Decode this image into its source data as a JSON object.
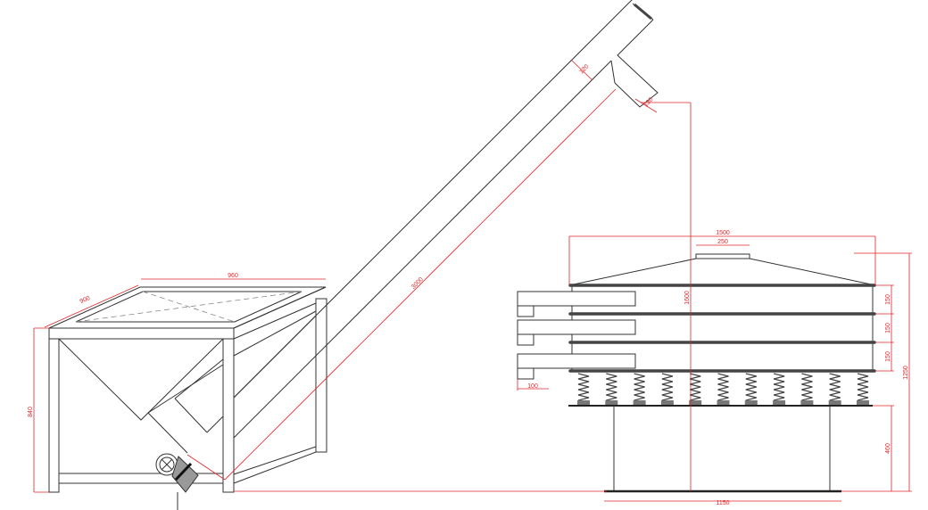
{
  "title": "Screw conveyor with hopper feeding rotary vibrating sieve — dimension drawing",
  "colors": {
    "outline": "#333333",
    "dimension": "#e0262b"
  },
  "dimensions": {
    "hopper_depth": "900",
    "hopper_width": "960",
    "hopper_height": "840",
    "conveyor_length": "3000",
    "conveyor_diameter": "120",
    "outlet_diameter": "130",
    "sieve_diameter": "1500",
    "sieve_inlet": "250",
    "discharge_height": "1600",
    "frame_1_height": "150",
    "frame_2_height": "150",
    "frame_3_height": "150",
    "sieve_total_height": "1250",
    "outlet_spout": "100",
    "stand_height": "460",
    "stand_width": "1150"
  }
}
